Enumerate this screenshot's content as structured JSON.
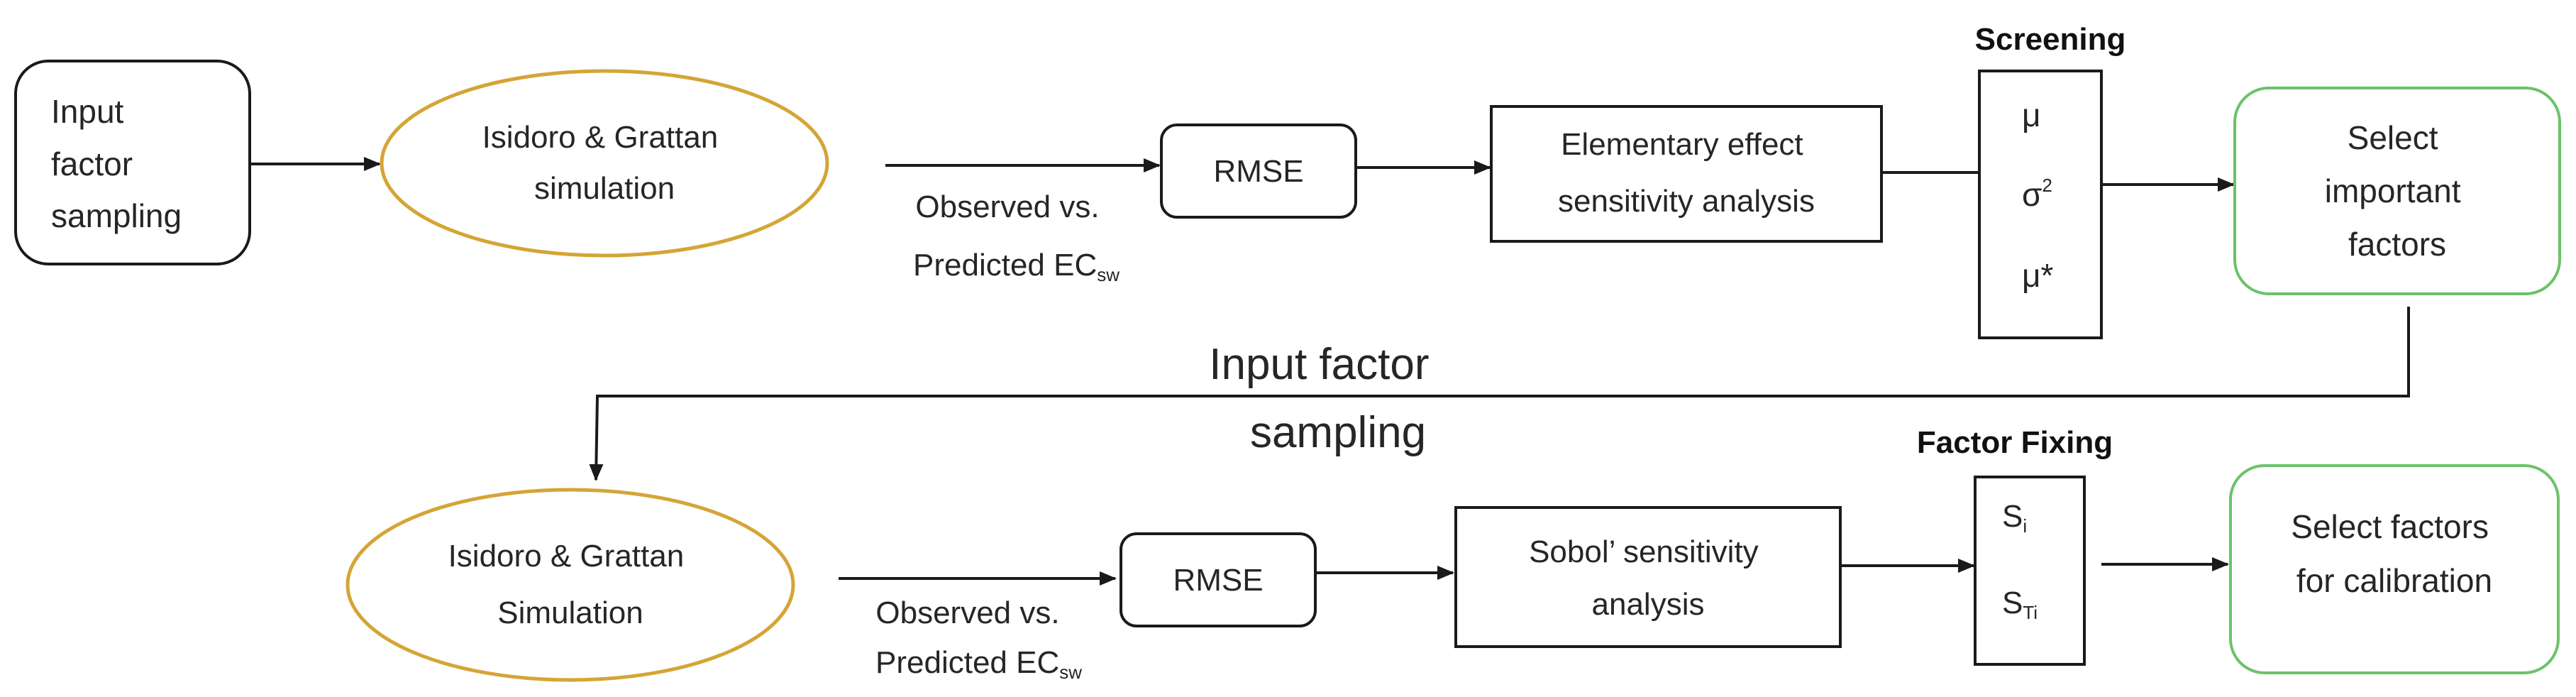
{
  "colors": {
    "stroke": "#1a1a1a",
    "oval_stroke": "#d4a536",
    "green_stroke": "#6cc26a",
    "text": "#262626"
  },
  "row1": {
    "input_box": [
      "Input",
      "factor",
      "sampling"
    ],
    "sim_oval": [
      "Isidoro & Grattan",
      "simulation"
    ],
    "edge_label": {
      "line1": "Observed vs.",
      "line2_main": "Predicted EC",
      "line2_sub": "sw"
    },
    "rmse": "RMSE",
    "ee_box": [
      "Elementary effect",
      "sensitivity analysis"
    ],
    "screening_title": "Screening",
    "screening_items": [
      {
        "main": "μ",
        "sup": ""
      },
      {
        "main": "σ",
        "sup": "2"
      },
      {
        "main": "μ*",
        "sup": ""
      }
    ],
    "select_box": [
      "Select",
      "important",
      "factors"
    ]
  },
  "connector_label": [
    "Input factor",
    "sampling"
  ],
  "row2": {
    "sim_oval": [
      "Isidoro & Grattan",
      "Simulation"
    ],
    "edge_label": {
      "line1": "Observed vs.",
      "line2_main": "Predicted EC",
      "line2_sub": "sw"
    },
    "rmse": "RMSE",
    "sobol_box": [
      "Sobol’ sensitivity",
      "analysis"
    ],
    "fixing_title": "Factor Fixing",
    "fixing_items": [
      {
        "main": "S",
        "sub": "i"
      },
      {
        "main": "S",
        "sub": "Ti"
      }
    ],
    "select_box": [
      "Select factors",
      "for calibration"
    ]
  }
}
